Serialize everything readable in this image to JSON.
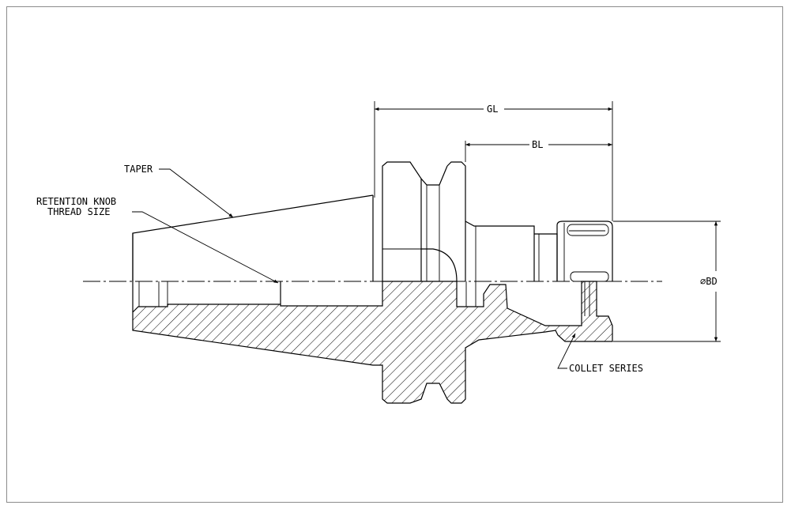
{
  "labels": {
    "taper": "TAPER",
    "retention_knob_line1": "RETENTION KNOB",
    "retention_knob_line2": "THREAD SIZE",
    "gl": "GL",
    "bl": "BL",
    "bd": "⌀BD",
    "collet_series": "COLLET SERIES"
  },
  "colors": {
    "line": "#000000",
    "frame": "#8c8c8c",
    "background": "#ffffff"
  }
}
